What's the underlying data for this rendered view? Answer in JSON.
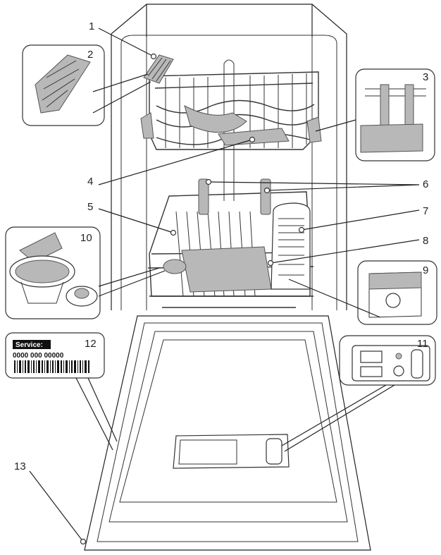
{
  "callouts": [
    {
      "id": "1",
      "label": "1"
    },
    {
      "id": "2",
      "label": "2"
    },
    {
      "id": "3",
      "label": "3"
    },
    {
      "id": "4",
      "label": "4"
    },
    {
      "id": "5",
      "label": "5"
    },
    {
      "id": "6",
      "label": "6"
    },
    {
      "id": "7",
      "label": "7"
    },
    {
      "id": "8",
      "label": "8"
    },
    {
      "id": "9",
      "label": "9"
    },
    {
      "id": "10",
      "label": "10"
    },
    {
      "id": "11",
      "label": "11"
    },
    {
      "id": "12",
      "label": "12"
    },
    {
      "id": "13",
      "label": "13"
    }
  ],
  "service_plate": {
    "title": "Service:",
    "code": "0000 000 00000"
  },
  "colors": {
    "line": "#222222",
    "grey_parts": "#b8b8b8",
    "background": "#ffffff"
  }
}
